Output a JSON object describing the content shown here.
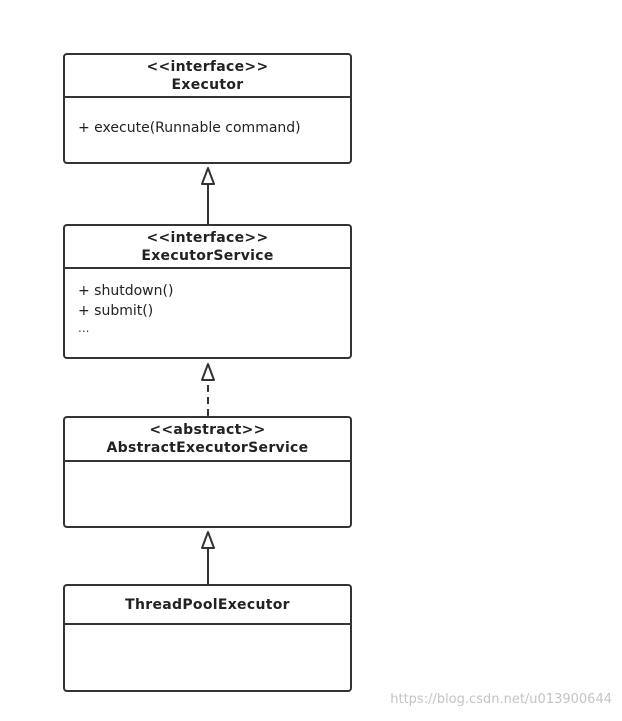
{
  "classes": [
    {
      "stereotype": "<<interface>>",
      "name": "Executor",
      "members": [
        "+ execute(Runnable command)"
      ],
      "more": ""
    },
    {
      "stereotype": "<<interface>>",
      "name": "ExecutorService",
      "members": [
        "+ shutdown()",
        "+ submit()"
      ],
      "more": "..."
    },
    {
      "stereotype": "<<abstract>>",
      "name": "AbstractExecutorService",
      "members": [],
      "more": ""
    },
    {
      "stereotype": "",
      "name": "ThreadPoolExecutor",
      "members": [],
      "more": ""
    }
  ],
  "relations": [
    {
      "from": "ExecutorService",
      "to": "Executor",
      "type": "generalization",
      "line": "solid"
    },
    {
      "from": "AbstractExecutorService",
      "to": "ExecutorService",
      "type": "realization",
      "line": "dashed"
    },
    {
      "from": "ThreadPoolExecutor",
      "to": "AbstractExecutorService",
      "type": "generalization",
      "line": "solid"
    }
  ],
  "watermark": "https://blog.csdn.net/u013900644",
  "colors": {
    "line": "#333333",
    "background": "#ffffff",
    "watermark": "#c4c4c4"
  }
}
